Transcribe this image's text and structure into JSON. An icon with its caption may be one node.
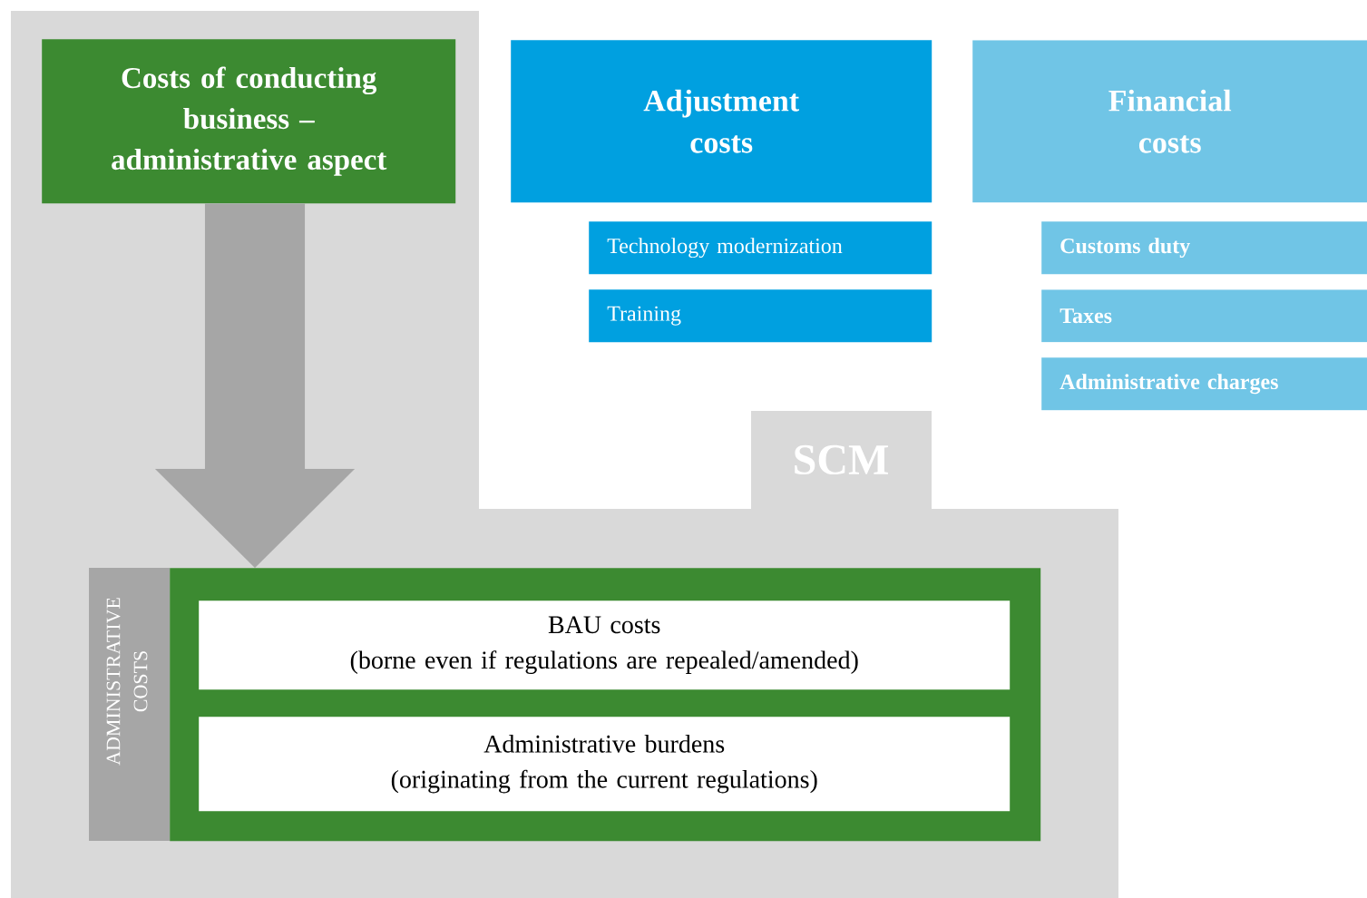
{
  "diagram": {
    "nodes": [
      {
        "text": [
          "SCM"
        ]
      },
      {
        "text": [
          "Costs of conducting business – administrative aspect"
        ],
        "in": 0
      },
      {
        "text": [
          "Adjustment costs"
        ]
      },
      {
        "text": [
          "Technology modernization"
        ]
      },
      {
        "text": [
          "Training"
        ]
      },
      {
        "text": [
          "Financial costs"
        ]
      },
      {
        "text": [
          "Customs duty"
        ]
      },
      {
        "text": [
          "Taxes"
        ]
      },
      {
        "text": [
          "Administrative charges"
        ]
      },
      {
        "text": [
          "ADMINISTRATIVE COSTS"
        ],
        "in": 0
      },
      {
        "text": [],
        "shape": "box",
        "in": 0
      },
      {
        "text": [
          "BAU costs",
          "(borne even if regulations are repealed/amended)"
        ],
        "in": 10
      },
      {
        "text": [
          "Administrative burdens",
          "(originating from the current regulations)"
        ],
        "in": 10
      }
    ],
    "edges": [
      {
        "from": 1,
        "to": 10,
        "arrow": "to"
      }
    ]
  }
}
